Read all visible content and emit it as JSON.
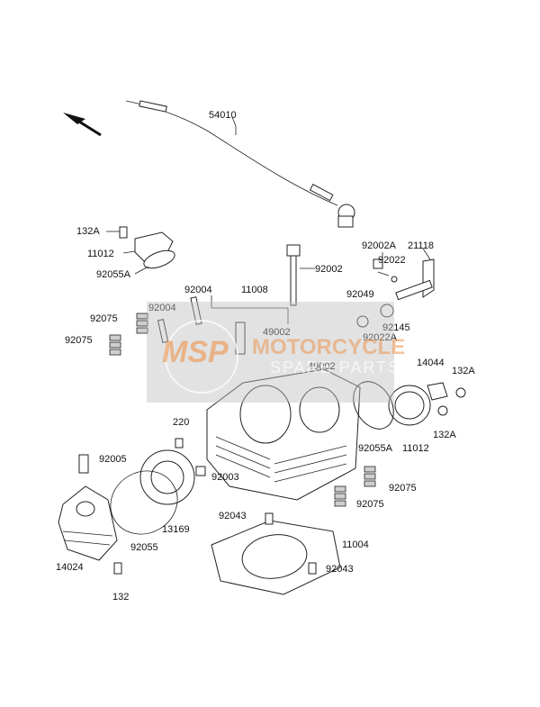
{
  "labels": {
    "l54010": "54010",
    "l132A_top": "132A",
    "l11012_top": "11012",
    "l92055A_top": "92055A",
    "l92002A": "92002A",
    "l21118": "21118",
    "l92022": "92022",
    "l92002": "92002",
    "l92004_a": "92004",
    "l11008": "11008",
    "l92004_b": "92004",
    "l92049": "92049",
    "l92075_a": "92075",
    "l92075_b": "92075",
    "l49002_a": "49002",
    "l92022A": "92022A",
    "l92145": "92145",
    "l49002_b": "49002",
    "l14044": "14044",
    "l132A_right": "132A",
    "l132A_right2": "132A",
    "l220": "220",
    "l92055A_mid": "92055A",
    "l11012_mid": "11012",
    "l92005": "92005",
    "l92003": "92003",
    "l92075_c": "92075",
    "l92075_d": "92075",
    "l13169": "13169",
    "l92055": "92055",
    "l92043_a": "92043",
    "l11004": "11004",
    "l14024": "14024",
    "l92043_b": "92043",
    "l132": "132"
  },
  "watermark": {
    "logo_text": "MSP",
    "line1": "MOTORCYCLE",
    "line2": "SPARE PARTS",
    "color_primary": "#ee8c3c",
    "color_box": "#bebebe"
  },
  "icons": {
    "direction_arrow": "arrow-up-left-icon"
  }
}
